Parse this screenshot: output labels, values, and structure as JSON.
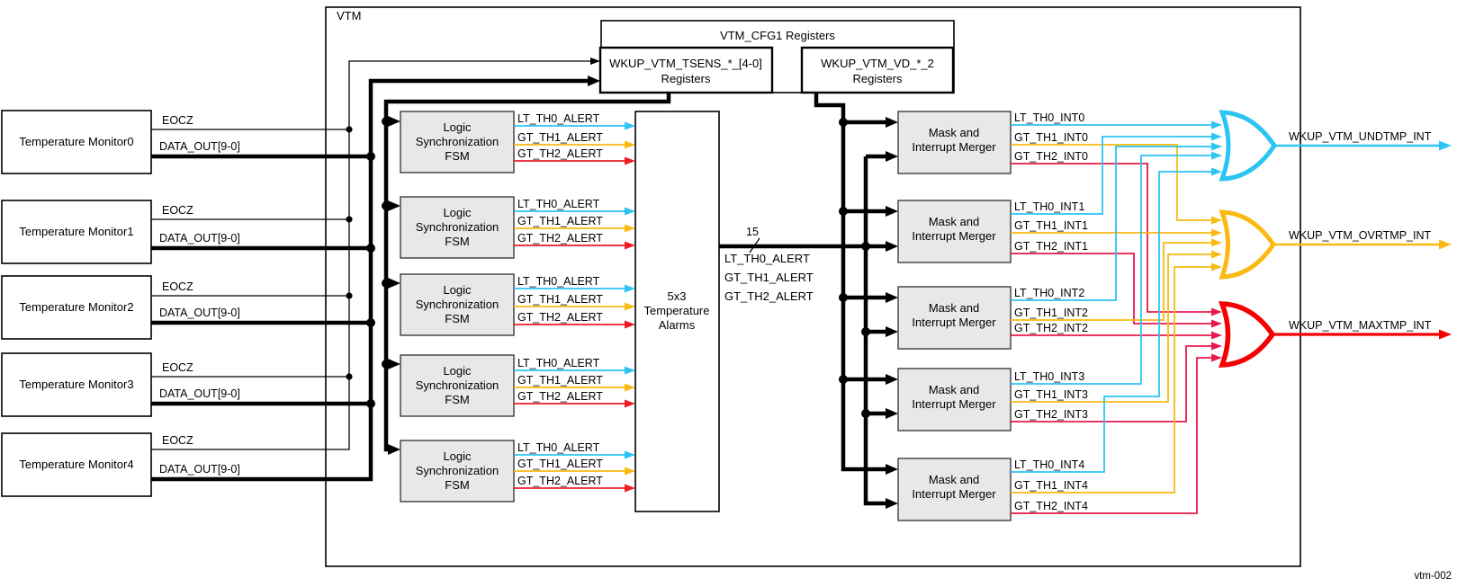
{
  "figure": {
    "outer_label": "VTM",
    "figure_id": "vtm-002"
  },
  "colors": {
    "cyan": "#2BC4F3",
    "yellow": "#F9BA14",
    "alert_red": "#ED1C24",
    "int_red": "#E8194D",
    "gate_red": "#F40000",
    "module_fill": "#E8E8E8"
  },
  "monitors": [
    {
      "label": "Temperature Monitor0"
    },
    {
      "label": "Temperature Monitor1"
    },
    {
      "label": "Temperature Monitor2"
    },
    {
      "label": "Temperature Monitor3"
    },
    {
      "label": "Temperature Monitor4"
    }
  ],
  "monitor_signals": {
    "eocz": "EOCZ",
    "data_out": "DATA_OUT[9-0]"
  },
  "registers": {
    "title": "VTM_CFG1 Registers",
    "tsens_line1": "WKUP_VTM_TSENS_*_[4-0]",
    "tsens_line2": "Registers",
    "vd_line1": "WKUP_VTM_VD_*_2",
    "vd_line2": "Registers"
  },
  "fsm_label": [
    "Logic",
    "Synchronization",
    "FSM"
  ],
  "alerts": [
    "LT_TH0_ALERT",
    "GT_TH1_ALERT",
    "GT_TH2_ALERT"
  ],
  "alarms_label": [
    "5x3",
    "Temperature",
    "Alarms"
  ],
  "bus": {
    "width": "15",
    "signals": [
      "LT_TH0_ALERT",
      "GT_TH1_ALERT",
      "GT_TH2_ALERT"
    ]
  },
  "merger_label": [
    "Mask and",
    "Interrupt Merger"
  ],
  "int_outputs": [
    [
      "LT_TH0_INT0",
      "GT_TH1_INT0",
      "GT_TH2_INT0"
    ],
    [
      "LT_TH0_INT1",
      "GT_TH1_INT1",
      "GT_TH2_INT1"
    ],
    [
      "LT_TH0_INT2",
      "GT_TH1_INT2",
      "GT_TH2_INT2"
    ],
    [
      "LT_TH0_INT3",
      "GT_TH1_INT3",
      "GT_TH2_INT3"
    ],
    [
      "LT_TH0_INT4",
      "GT_TH1_INT4",
      "GT_TH2_INT4"
    ]
  ],
  "gates": [
    {
      "label": "WKUP_VTM_UNDTMP_INT"
    },
    {
      "label": "WKUP_VTM_OVRTMP_INT"
    },
    {
      "label": "WKUP_VTM_MAXTMP_INT"
    }
  ]
}
